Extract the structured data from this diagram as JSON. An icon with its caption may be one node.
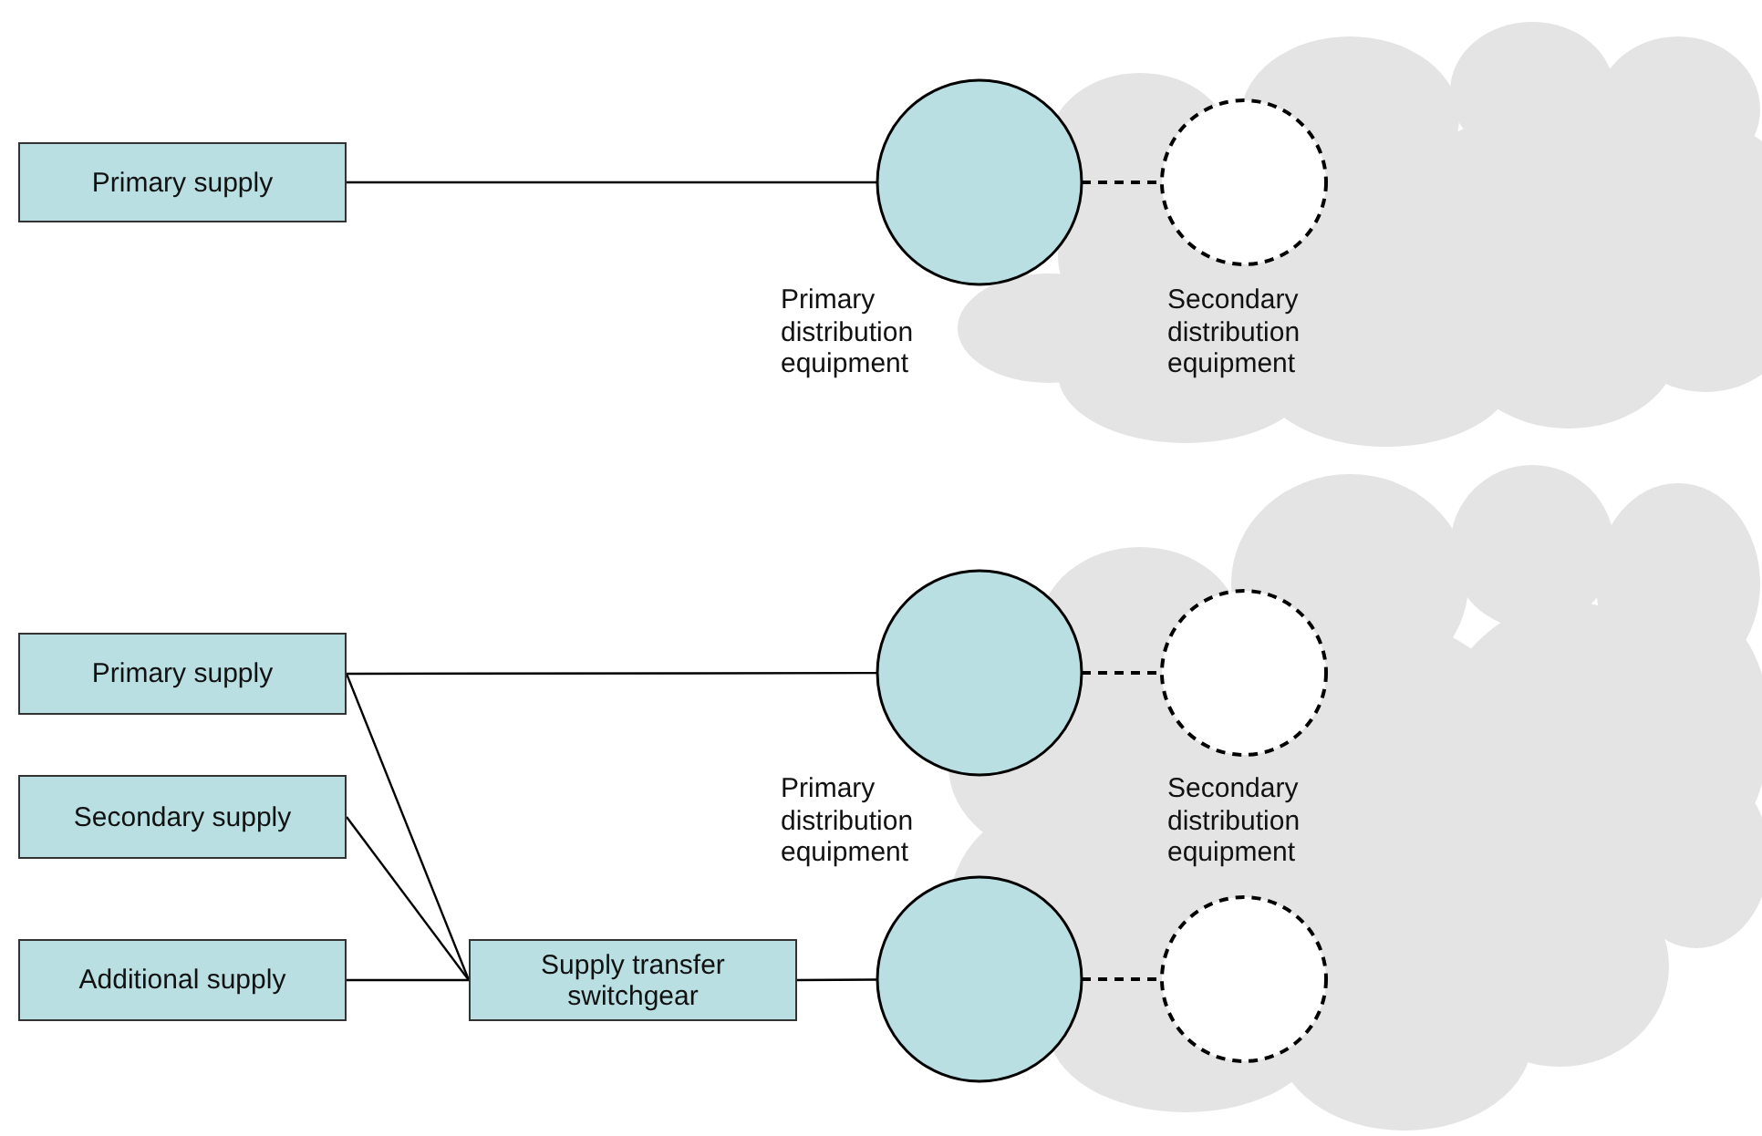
{
  "diagram": {
    "nodes": [
      {
        "text": [
          "Primary supply"
        ]
      },
      {
        "text": [
          "Primary distribution equipment"
        ]
      },
      {
        "text": [
          "Secondary distribution equipment"
        ]
      },
      {
        "text": [
          "Primary supply"
        ]
      },
      {
        "text": [
          "Primary distribution equipment"
        ]
      },
      {
        "text": [
          "Secondary distribution equipment"
        ]
      },
      {
        "text": [
          "Secondary supply"
        ]
      },
      {
        "text": [
          "Additional supply"
        ]
      },
      {
        "text": [
          "Supply transfer switchgear"
        ]
      },
      {
        "text": [],
        "shape": "circle"
      },
      {
        "text": [],
        "shape": "circle"
      }
    ],
    "edges": [
      {
        "from": 0,
        "to": 1,
        "arrow": "none"
      },
      {
        "from": 1,
        "to": 2,
        "arrow": "none",
        "style": "dashed"
      },
      {
        "from": 3,
        "to": 4,
        "arrow": "none"
      },
      {
        "from": 3,
        "to": 8,
        "arrow": "none"
      },
      {
        "from": 6,
        "to": 8,
        "arrow": "none"
      },
      {
        "from": 7,
        "to": 8,
        "arrow": "none"
      },
      {
        "from": 8,
        "to": 9,
        "arrow": "none"
      },
      {
        "from": 4,
        "to": 5,
        "arrow": "none",
        "style": "dashed"
      },
      {
        "from": 9,
        "to": 10,
        "arrow": "none",
        "style": "dashed"
      }
    ]
  }
}
